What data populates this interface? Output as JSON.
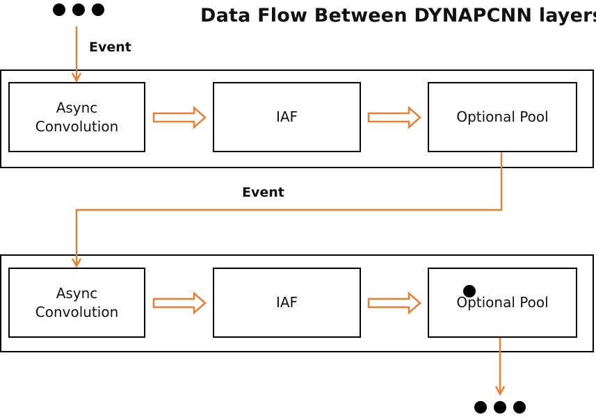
{
  "title": "Data Flow Between DYNAPCNN layers",
  "event_label": "Event",
  "layers": [
    {
      "blocks": [
        {
          "lines": [
            "Async",
            "Convolution"
          ]
        },
        {
          "lines": [
            "IAF"
          ]
        },
        {
          "lines": [
            "Optional Pool"
          ]
        }
      ]
    },
    {
      "blocks": [
        {
          "lines": [
            "Async",
            "Convolution"
          ]
        },
        {
          "lines": [
            "IAF"
          ]
        },
        {
          "lines": [
            "Optional Pool"
          ]
        }
      ]
    }
  ],
  "colors": {
    "flow_arrow": "#ED7D31",
    "border": "#000000",
    "text": "#111111"
  },
  "icons": {
    "continuation": "ellipsis-dots-icon",
    "internal_flow": "hollow-right-arrow-icon",
    "event_flow": "down-arrow-icon"
  }
}
